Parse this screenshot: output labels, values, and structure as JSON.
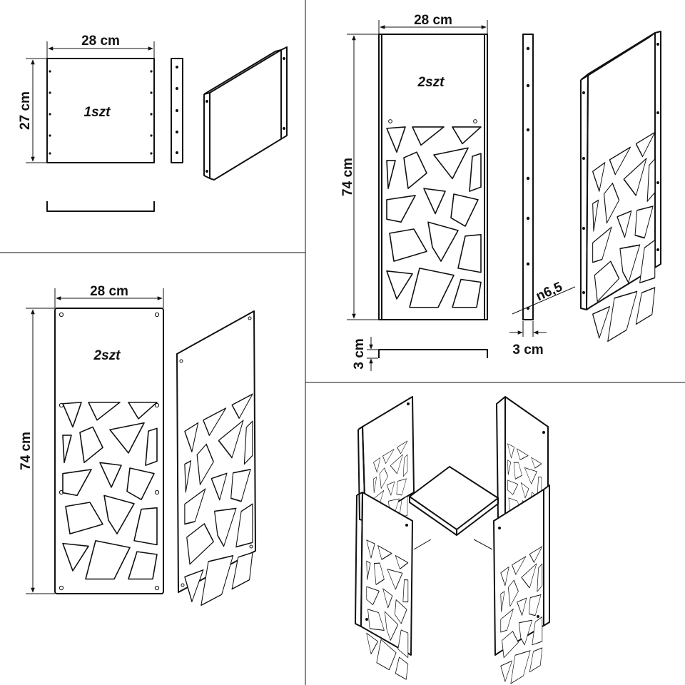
{
  "sections": {
    "bottom_plate": {
      "width_label": "28 cm",
      "height_label": "27 cm",
      "qty_label": "1szt"
    },
    "side_wall_front": {
      "width_label": "28 cm",
      "height_label": "74 cm",
      "qty_label": "2szt"
    },
    "side_wall_bent": {
      "width_label": "28 cm",
      "height_label": "74 cm",
      "qty_label": "2szt",
      "hole_label": "n6,5",
      "flange_depth_label": "3 cm",
      "flange_width_label": "3 cm"
    }
  },
  "colors": {
    "line": "#111111",
    "background": "#ffffff"
  }
}
